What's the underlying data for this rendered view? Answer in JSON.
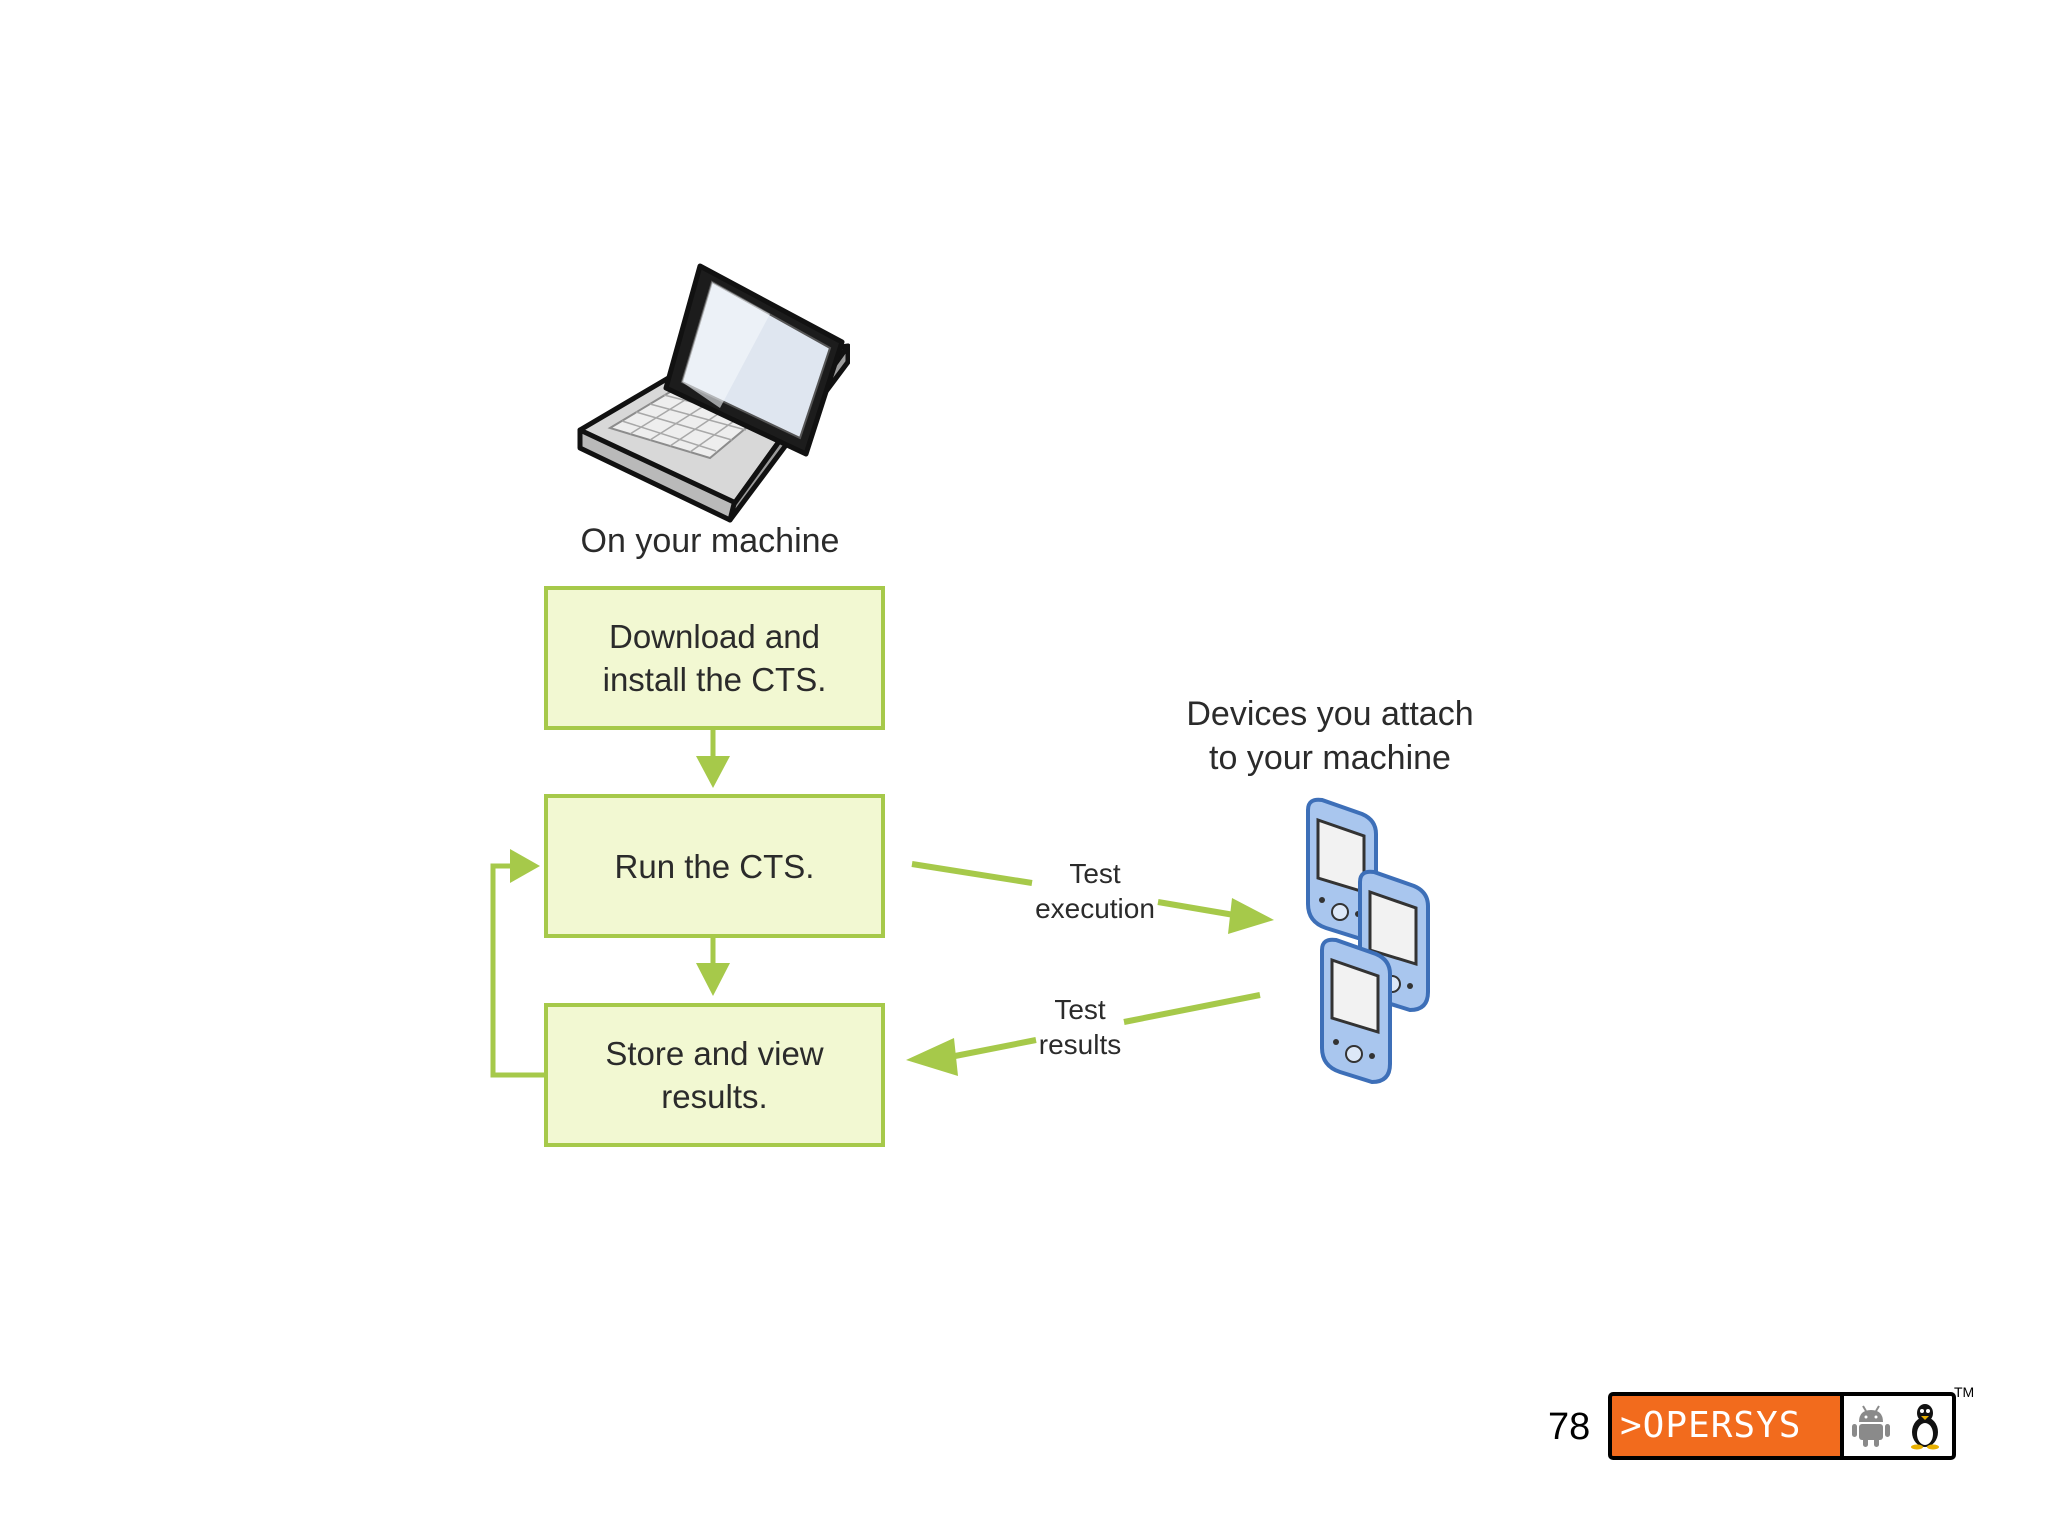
{
  "diagram": {
    "laptop_caption": "On your machine",
    "steps": [
      {
        "lines": [
          "Download and",
          "install the CTS."
        ]
      },
      {
        "lines": [
          "Run the CTS."
        ]
      },
      {
        "lines": [
          "Store and view",
          "results."
        ]
      }
    ],
    "devices_caption": [
      "Devices you attach",
      "to your machine"
    ],
    "test_execution_label": [
      "Test",
      "execution"
    ],
    "test_results_label": [
      "Test",
      "results"
    ],
    "colors": {
      "box_fill": "#f2f8d2",
      "box_border": "#a6c94a",
      "arrow": "#a6c94a",
      "device": "#8fb3e6"
    },
    "icons": [
      "laptop-icon",
      "mobile-devices-icon"
    ]
  },
  "footer": {
    "page_number": "78",
    "logo_text": ">OPERSYS",
    "trademark": "TM",
    "logo_icons": [
      "android-icon",
      "tux-penguin-icon"
    ],
    "logo_color": "#f26b1d"
  }
}
